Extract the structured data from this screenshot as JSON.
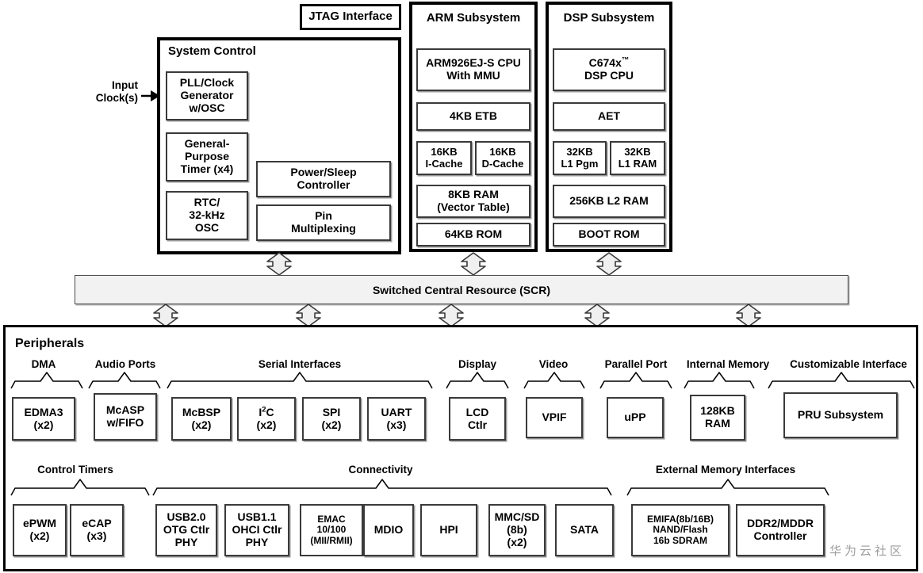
{
  "diagram": {
    "watermark": "华为云社区",
    "input_clock_label": "Input\nClock(s)",
    "scr_label": "Switched Central Resource (SCR)",
    "jtag_label": "JTAG Interface",
    "peripherals_title": "Peripherals"
  },
  "system_control": {
    "title": "System Control",
    "blocks": [
      {
        "id": "pll",
        "label": "PLL/Clock\nGenerator\nw/OSC"
      },
      {
        "id": "gp-timer",
        "label": "General-\nPurpose\nTimer (x4)"
      },
      {
        "id": "rtc",
        "label": "RTC/\n32-kHz\nOSC"
      },
      {
        "id": "power-sleep",
        "label": "Power/Sleep\nController"
      },
      {
        "id": "pin-mux",
        "label": "Pin\nMultiplexing"
      }
    ]
  },
  "arm_subsystem": {
    "title": "ARM Subsystem",
    "blocks": [
      {
        "id": "arm-cpu",
        "label": "ARM926EJ-S CPU\nWith MMU"
      },
      {
        "id": "etb",
        "label": "4KB ETB"
      },
      {
        "id": "icache",
        "label": "16KB\nI-Cache"
      },
      {
        "id": "dcache",
        "label": "16KB\nD-Cache"
      },
      {
        "id": "arm-ram",
        "label": "8KB RAM\n(Vector Table)"
      },
      {
        "id": "arm-rom",
        "label": "64KB ROM"
      }
    ]
  },
  "dsp_subsystem": {
    "title": "DSP Subsystem",
    "blocks": [
      {
        "id": "dsp-cpu",
        "label": "C674x™\nDSP CPU"
      },
      {
        "id": "aet",
        "label": "AET"
      },
      {
        "id": "l1pgm",
        "label": "32KB\nL1 Pgm"
      },
      {
        "id": "l1ram",
        "label": "32KB\nL1 RAM"
      },
      {
        "id": "l2ram",
        "label": "256KB L2 RAM"
      },
      {
        "id": "boot-rom",
        "label": "BOOT ROM"
      }
    ]
  },
  "peripherals": {
    "row1": [
      {
        "group": "DMA",
        "boxes": [
          {
            "id": "edma3",
            "label": "EDMA3\n(x2)"
          }
        ]
      },
      {
        "group": "Audio Ports",
        "boxes": [
          {
            "id": "mcasp",
            "label": "McASP\nw/FIFO"
          }
        ]
      },
      {
        "group": "Serial Interfaces",
        "boxes": [
          {
            "id": "mcbsp",
            "label": "McBSP\n(x2)"
          },
          {
            "id": "i2c",
            "label": "I2C\n(x2)",
            "html": "I<sup>2</sup>C<br>(x2)"
          },
          {
            "id": "spi",
            "label": "SPI\n(x2)"
          },
          {
            "id": "uart",
            "label": "UART\n(x3)"
          }
        ]
      },
      {
        "group": "Display",
        "boxes": [
          {
            "id": "lcd-ctlr",
            "label": "LCD\nCtlr"
          }
        ]
      },
      {
        "group": "Video",
        "boxes": [
          {
            "id": "vpif",
            "label": "VPIF"
          }
        ]
      },
      {
        "group": "Parallel Port",
        "boxes": [
          {
            "id": "upp",
            "label": "uPP"
          }
        ]
      },
      {
        "group": "Internal Memory",
        "boxes": [
          {
            "id": "internal-ram",
            "label": "128KB\nRAM"
          }
        ]
      },
      {
        "group": "Customizable Interface",
        "boxes": [
          {
            "id": "pru",
            "label": "PRU Subsystem"
          }
        ]
      }
    ],
    "row2": [
      {
        "group": "Control Timers",
        "boxes": [
          {
            "id": "epwm",
            "label": "ePWM\n(x2)"
          },
          {
            "id": "ecap",
            "label": "eCAP\n(x3)"
          }
        ]
      },
      {
        "group": "Connectivity",
        "boxes": [
          {
            "id": "usb20",
            "label": "USB2.0\nOTG Ctlr\nPHY"
          },
          {
            "id": "usb11",
            "label": "USB1.1\nOHCI Ctlr\nPHY"
          },
          {
            "id": "emac",
            "label": "EMAC\n10/100\n(MII/RMII)"
          },
          {
            "id": "mdio",
            "label": "MDIO"
          },
          {
            "id": "hpi",
            "label": "HPI"
          },
          {
            "id": "mmcsd",
            "label": "MMC/SD\n(8b)\n(x2)"
          },
          {
            "id": "sata",
            "label": "SATA"
          }
        ]
      },
      {
        "group": "External Memory Interfaces",
        "boxes": [
          {
            "id": "emifa",
            "label": "EMIFA(8b/16B)\nNAND/Flash\n16b SDRAM"
          },
          {
            "id": "ddr2",
            "label": "DDR2/MDDR\nController"
          }
        ]
      }
    ]
  },
  "colors": {
    "border": "#000000",
    "module_border": "#3a3a3a",
    "scr_fill": "#f2f2f2",
    "watermark": "#9d9d9d"
  }
}
